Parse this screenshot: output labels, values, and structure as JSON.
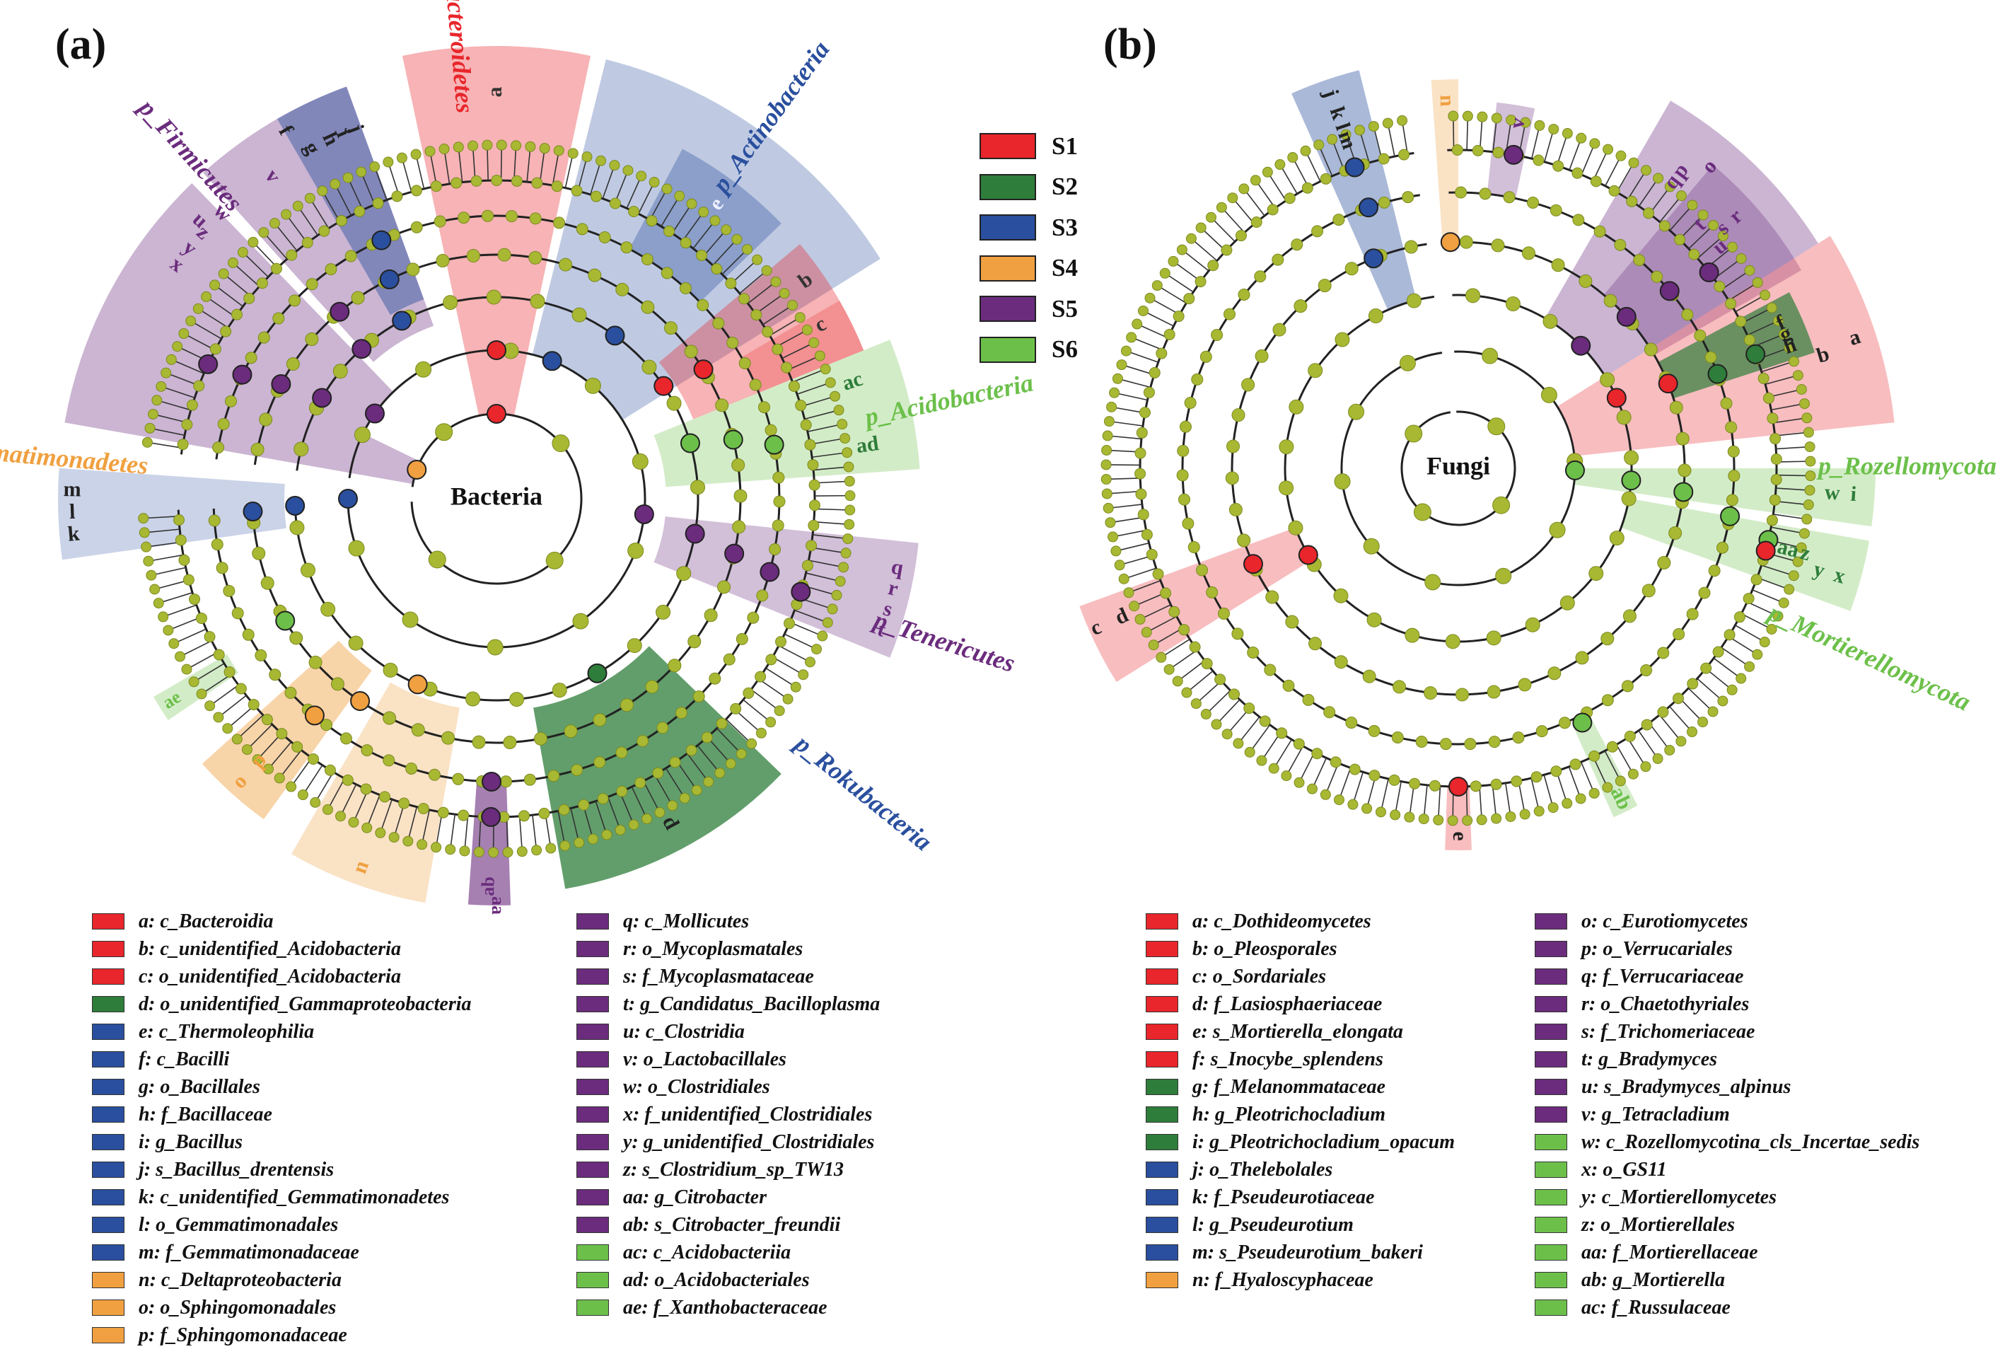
{
  "colors": {
    "S1": "#e8262b",
    "S2": "#2e7d3a",
    "S3": "#2a4f9e",
    "S4": "#f0a040",
    "S5": "#6b2c7d",
    "S6": "#6cc04a",
    "node": "#a8b832"
  },
  "group_legend": [
    "S1",
    "S2",
    "S3",
    "S4",
    "S5",
    "S6"
  ],
  "panel_a": {
    "label": "(a)",
    "root": "Bacteria",
    "phyla": [
      {
        "label": "p_Bacteroidetes",
        "color": "S1"
      },
      {
        "label": "p_Actinobacteria",
        "color": "S3"
      },
      {
        "label": "p_Acidobacteria",
        "color": "S6"
      },
      {
        "label": "p_Tenericutes",
        "color": "S5"
      },
      {
        "label": "p_Rokubacteria",
        "color": "S3"
      },
      {
        "label": "p_Gemmatimonadetes",
        "color": "S4"
      },
      {
        "label": "p_Firmicutes",
        "color": "S5"
      }
    ],
    "sector_letters": [
      "a",
      "e",
      "b",
      "c",
      "ac",
      "ad",
      "q",
      "r",
      "s",
      "t",
      "d",
      "aa",
      "ab",
      "n",
      "o",
      "p",
      "ae",
      "k",
      "l",
      "m",
      "f",
      "g",
      "h",
      "i",
      "j",
      "u",
      "v",
      "w",
      "x",
      "y",
      "z"
    ],
    "legend_col1": [
      {
        "text": "a: c_Bacteroidia",
        "color": "S1"
      },
      {
        "text": "b: c_unidentified_Acidobacteria",
        "color": "S1"
      },
      {
        "text": "c: o_unidentified_Acidobacteria",
        "color": "S1"
      },
      {
        "text": "d: o_unidentified_Gammaproteobacteria",
        "color": "S2"
      },
      {
        "text": "e: c_Thermoleophilia",
        "color": "S3"
      },
      {
        "text": "f: c_Bacilli",
        "color": "S3"
      },
      {
        "text": "g: o_Bacillales",
        "color": "S3"
      },
      {
        "text": "h: f_Bacillaceae",
        "color": "S3"
      },
      {
        "text": "i: g_Bacillus",
        "color": "S3"
      },
      {
        "text": "j: s_Bacillus_drentensis",
        "color": "S3"
      },
      {
        "text": "k: c_unidentified_Gemmatimonadetes",
        "color": "S3"
      },
      {
        "text": "l: o_Gemmatimonadales",
        "color": "S3"
      },
      {
        "text": "m: f_Gemmatimonadaceae",
        "color": "S3"
      },
      {
        "text": "n: c_Deltaproteobacteria",
        "color": "S4"
      },
      {
        "text": "o: o_Sphingomonadales",
        "color": "S4"
      },
      {
        "text": "p: f_Sphingomonadaceae",
        "color": "S4"
      }
    ],
    "legend_col2": [
      {
        "text": "q: c_Mollicutes",
        "color": "S5"
      },
      {
        "text": "r: o_Mycoplasmatales",
        "color": "S5"
      },
      {
        "text": "s: f_Mycoplasmataceae",
        "color": "S5"
      },
      {
        "text": "t: g_Candidatus_Bacilloplasma",
        "color": "S5"
      },
      {
        "text": "u: c_Clostridia",
        "color": "S5"
      },
      {
        "text": "v: o_Lactobacillales",
        "color": "S5"
      },
      {
        "text": "w: o_Clostridiales",
        "color": "S5"
      },
      {
        "text": "x: f_unidentified_Clostridiales",
        "color": "S5"
      },
      {
        "text": "y: g_unidentified_Clostridiales",
        "color": "S5"
      },
      {
        "text": "z: s_Clostridium_sp_TW13",
        "color": "S5"
      },
      {
        "text": "aa: g_Citrobacter",
        "color": "S5"
      },
      {
        "text": "ab: s_Citrobacter_freundii",
        "color": "S5"
      },
      {
        "text": "ac: c_Acidobacteriia",
        "color": "S6"
      },
      {
        "text": "ad: o_Acidobacteriales",
        "color": "S6"
      },
      {
        "text": "ae: f_Xanthobacteraceae",
        "color": "S6"
      }
    ]
  },
  "panel_b": {
    "label": "(b)",
    "root": "Fungi",
    "phyla": [
      {
        "label": "p_Rozellomycota",
        "color": "S6"
      },
      {
        "label": "p_Mortierellomycota",
        "color": "S6"
      }
    ],
    "sector_letters": [
      "j",
      "k",
      "l",
      "m",
      "n",
      "v",
      "o",
      "p",
      "q",
      "r",
      "s",
      "t",
      "u",
      "a",
      "b",
      "c",
      "d",
      "e",
      "f",
      "g",
      "h",
      "i",
      "w",
      "x",
      "y",
      "z",
      "aa",
      "ab",
      "ac"
    ],
    "legend_col1": [
      {
        "text": "a: c_Dothideomycetes",
        "color": "S1"
      },
      {
        "text": "b: o_Pleosporales",
        "color": "S1"
      },
      {
        "text": "c: o_Sordariales",
        "color": "S1"
      },
      {
        "text": "d: f_Lasiosphaeriaceae",
        "color": "S1"
      },
      {
        "text": "e: s_Mortierella_elongata",
        "color": "S1"
      },
      {
        "text": "f: s_Inocybe_splendens",
        "color": "S1"
      },
      {
        "text": "g: f_Melanommataceae",
        "color": "S2"
      },
      {
        "text": "h: g_Pleotrichocladium",
        "color": "S2"
      },
      {
        "text": "i: g_Pleotrichocladium_opacum",
        "color": "S2"
      },
      {
        "text": "j: o_Thelebolales",
        "color": "S3"
      },
      {
        "text": "k: f_Pseudeurotiaceae",
        "color": "S3"
      },
      {
        "text": "l: g_Pseudeurotium",
        "color": "S3"
      },
      {
        "text": "m: s_Pseudeurotium_bakeri",
        "color": "S3"
      },
      {
        "text": "n: f_Hyaloscyphaceae",
        "color": "S4"
      }
    ],
    "legend_col2": [
      {
        "text": "o: c_Eurotiomycetes",
        "color": "S5"
      },
      {
        "text": "p: o_Verrucariales",
        "color": "S5"
      },
      {
        "text": "q: f_Verrucariaceae",
        "color": "S5"
      },
      {
        "text": "r: o_Chaetothyriales",
        "color": "S5"
      },
      {
        "text": "s: f_Trichomeriaceae",
        "color": "S5"
      },
      {
        "text": "t: g_Bradymyces",
        "color": "S5"
      },
      {
        "text": "u: s_Bradymyces_alpinus",
        "color": "S5"
      },
      {
        "text": "v: g_Tetracladium",
        "color": "S5"
      },
      {
        "text": "w: c_Rozellomycotina_cls_Incertae_sedis",
        "color": "S6"
      },
      {
        "text": "x: o_GS11",
        "color": "S6"
      },
      {
        "text": "y: c_Mortierellomycetes",
        "color": "S6"
      },
      {
        "text": "z: o_Mortierellales",
        "color": "S6"
      },
      {
        "text": "aa: f_Mortierellaceae",
        "color": "S6"
      },
      {
        "text": "ab: g_Mortierella",
        "color": "S6"
      },
      {
        "text": "ac: f_Russulaceae",
        "color": "S6"
      }
    ]
  }
}
